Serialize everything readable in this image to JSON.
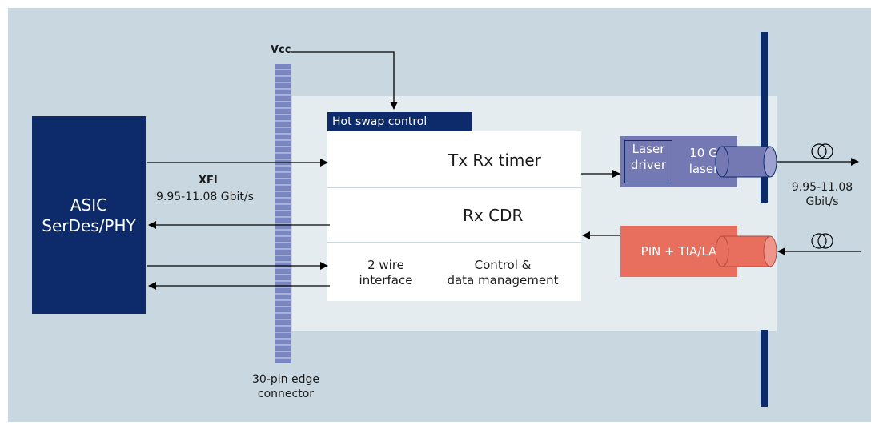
{
  "diagram": {
    "vcc": "Vcc",
    "asic": "ASIC\nSerDes/PHY",
    "xfi_title": "XFI",
    "xfi_rate": "9.95-11.08 Gbit/s",
    "hot_swap": "Hot swap control",
    "tx_rx_timer": "Tx Rx timer",
    "rx_cdr": "Rx CDR",
    "two_wire": "2 wire\ninterface",
    "control": "Control &\ndata management",
    "laser_driver": "Laser\ndriver",
    "laser_10g": "10 G\nlaser",
    "pin_tia": "PIN + TIA/LA",
    "optical_rate": "9.95-11.08\nGbit/s",
    "connector_label": "30-pin edge\nconnector"
  },
  "colors": {
    "navy": "#0d2b6b",
    "background": "#c9d8e0",
    "module": "#e4ecf0",
    "laser": "#7478b3",
    "receiver": "#e86f5e",
    "connector": "#7a86c2"
  }
}
